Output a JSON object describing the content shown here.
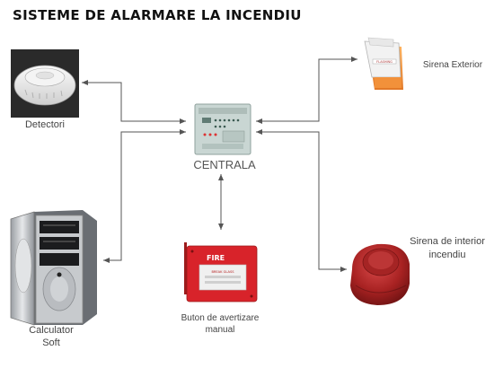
{
  "title": "SISTEME DE ALARMARE LA INCENDIU",
  "labels": {
    "detectori": "Detectori",
    "sirena_exterior": "Sirena Exterior",
    "centrala": "CENTRALA",
    "buton_line1": "Buton de avertizare",
    "buton_line2": "manual",
    "calculator_line1": "Calculator",
    "calculator_line2": "Soft",
    "sirena_interior_line1": "Sirena de interior",
    "sirena_interior_line2": "incendiu"
  },
  "device_text": {
    "fire_panel": "FIRE",
    "glass_text": "BREAK GLASS",
    "siren_brand": "FLASHING"
  },
  "colors": {
    "arrow": "#666666",
    "panel": "#c9d6d3",
    "fire_red": "#d8232a",
    "siren_orange": "#f08a24",
    "interior_siren": "#b52626"
  }
}
